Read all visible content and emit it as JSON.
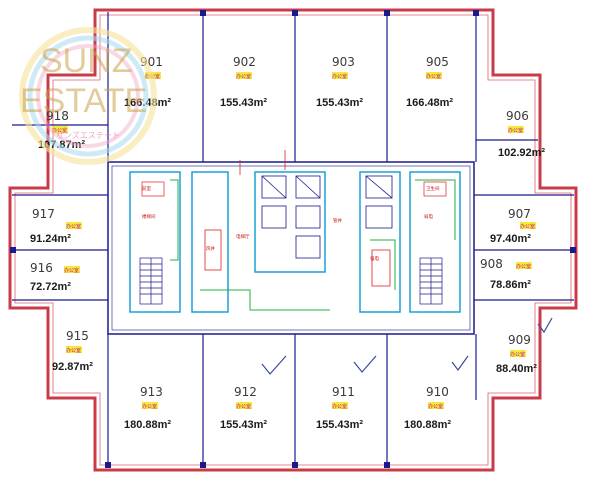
{
  "watermark": {
    "line1": "SUNZ",
    "line2": "ESTATE",
    "subtitle": "サンズエステート"
  },
  "colors": {
    "outer_wall": "#c83c4a",
    "interior_wall": "#1a1a8c",
    "core_outline": "#1aa0d8",
    "core_green": "#20b040",
    "core_red": "#e02020",
    "checkmark": "#3a4aa0",
    "tag": "#f7e83a"
  },
  "core_labels": [
    "前室",
    "楼梯间",
    "电梯厅",
    "风井",
    "管井",
    "强电",
    "弱电",
    "卫生间"
  ],
  "units": [
    {
      "id": "unit-901",
      "number": "901",
      "area": "166.48m²",
      "tag": "办公室",
      "checked": false
    },
    {
      "id": "unit-902",
      "number": "902",
      "area": "155.43m²",
      "tag": "办公室",
      "checked": false
    },
    {
      "id": "unit-903",
      "number": "903",
      "area": "155.43m²",
      "tag": "办公室",
      "checked": false
    },
    {
      "id": "unit-905",
      "number": "905",
      "area": "166.48m²",
      "tag": "办公室",
      "checked": false
    },
    {
      "id": "unit-906",
      "number": "906",
      "area": "102.92m²",
      "tag": "办公室",
      "checked": false
    },
    {
      "id": "unit-907",
      "number": "907",
      "area": "97.40m²",
      "tag": "办公室",
      "checked": false
    },
    {
      "id": "unit-908",
      "number": "908",
      "area": "78.86m²",
      "tag": "办公室",
      "checked": false
    },
    {
      "id": "unit-909",
      "number": "909",
      "area": "88.40m²",
      "tag": "办公室",
      "checked": true
    },
    {
      "id": "unit-910",
      "number": "910",
      "area": "180.88m²",
      "tag": "办公室",
      "checked": true
    },
    {
      "id": "unit-911",
      "number": "911",
      "area": "155.43m²",
      "tag": "办公室",
      "checked": true
    },
    {
      "id": "unit-912",
      "number": "912",
      "area": "155.43m²",
      "tag": "办公室",
      "checked": true
    },
    {
      "id": "unit-913",
      "number": "913",
      "area": "180.88m²",
      "tag": "办公室",
      "checked": false
    },
    {
      "id": "unit-915",
      "number": "915",
      "area": "92.87m²",
      "tag": "办公室",
      "checked": false
    },
    {
      "id": "unit-916",
      "number": "916",
      "area": "72.72m²",
      "tag": "办公室",
      "checked": false
    },
    {
      "id": "unit-917",
      "number": "917",
      "area": "91.24m²",
      "tag": "办公室",
      "checked": false
    },
    {
      "id": "unit-918",
      "number": "918",
      "area": "107.87m²",
      "tag": "办公室",
      "checked": false
    }
  ]
}
